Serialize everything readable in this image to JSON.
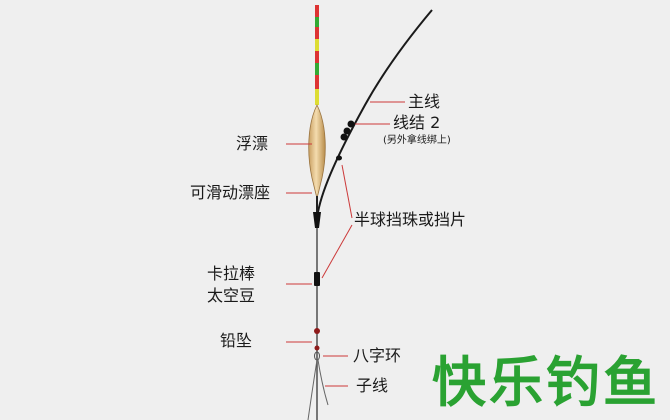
{
  "labels": {
    "main_line": "主线",
    "line_knot": "线结 2",
    "line_knot_note": "(另外拿线绑上)",
    "float": "浮漂",
    "sliding_float_seat": "可滑动漂座",
    "half_ball_stopper": "半球挡珠或挡片",
    "stick_line1": "卡拉棒",
    "stick_line2": "太空豆",
    "sinker": "铅坠",
    "swivel": "八字环",
    "sub_line": "子线"
  },
  "watermark": "快乐钓鱼",
  "colors": {
    "background": "#efefef",
    "leader_line": "#cc3a3a",
    "watermark": "#2aa232",
    "float_body": "#e7c68e"
  }
}
